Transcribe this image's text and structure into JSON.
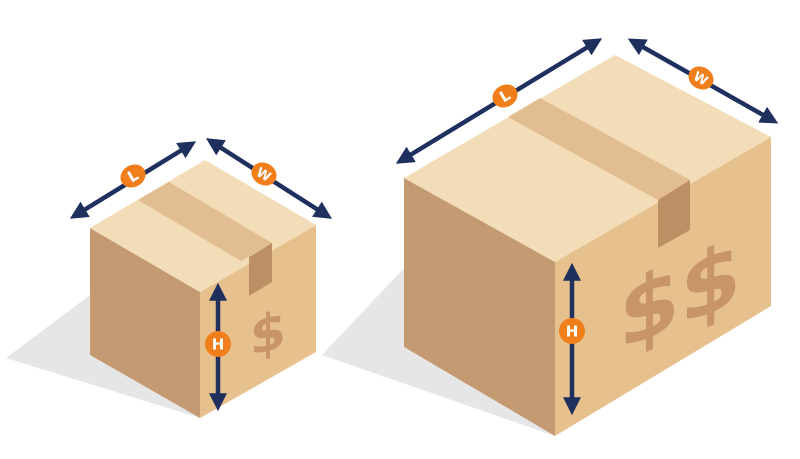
{
  "colors": {
    "box_top": "#f3ddb8",
    "box_left": "#c49a72",
    "box_right": "#e7c18d",
    "tape_top": "#e2bd91",
    "tape_side": "#bd8f64",
    "dollar": "#c8946a",
    "shadow": "#e6e6e6",
    "arrow": "#1f2f5e",
    "badge": "#f07f1b"
  },
  "small_box": {
    "length_label": "L",
    "width_label": "W",
    "height_label": "H",
    "price_mark": "$"
  },
  "large_box": {
    "length_label": "L",
    "width_label": "W",
    "height_label": "H",
    "price_mark": "$$"
  }
}
